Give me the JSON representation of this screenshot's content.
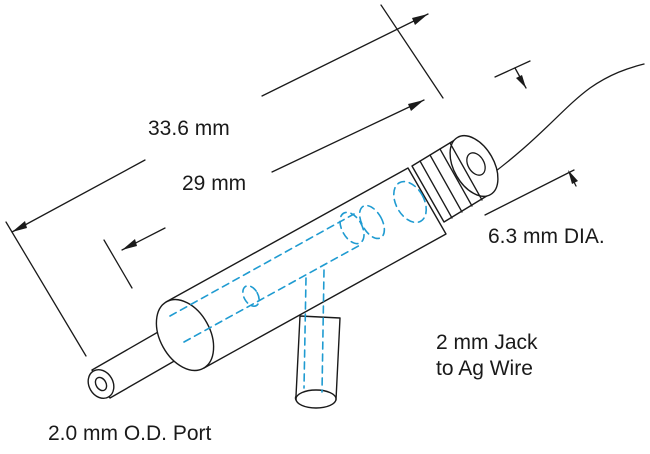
{
  "labels": {
    "overall_length": "33.6 mm",
    "body_length": "29 mm",
    "diameter": "6.3 mm DIA.",
    "jack_line1": "2 mm Jack",
    "jack_line2": "to Ag Wire",
    "port": "2.0 mm O.D. Port"
  },
  "colors": {
    "outline": "#1a1a1a",
    "hidden_lines": "#1f9bd1"
  }
}
